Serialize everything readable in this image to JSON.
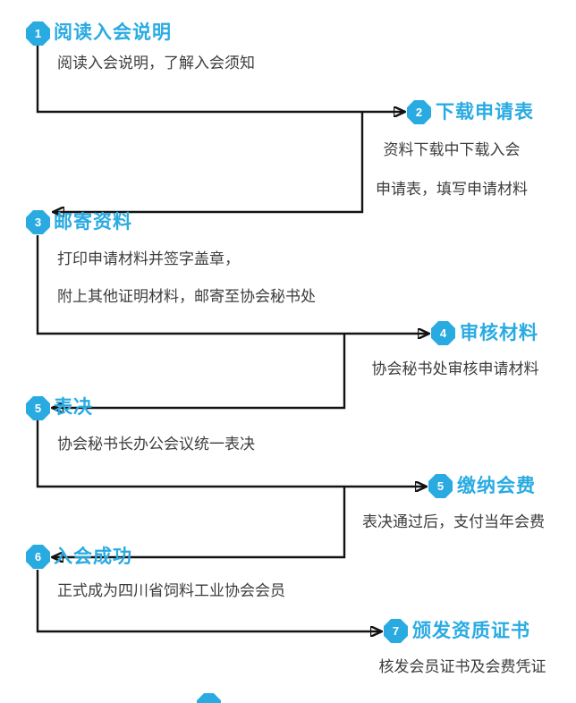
{
  "theme": {
    "accent": "#29abe2",
    "line_color": "#131313",
    "desc_color": "#3d3d3d",
    "background": "#ffffff"
  },
  "steps": [
    {
      "number": "1",
      "side": "left",
      "title": "阅读入会说明",
      "desc_lines": [
        "阅读入会说明，了解入会须知"
      ]
    },
    {
      "number": "2",
      "side": "right",
      "title": "下载申请表",
      "desc_lines": [
        "资料下载中下载入会",
        "申请表，填写申请材料"
      ]
    },
    {
      "number": "3",
      "side": "left",
      "title": "邮寄资料",
      "desc_lines": [
        "打印申请材料并签字盖章，",
        "附上其他证明材料，邮寄至协会秘书处"
      ]
    },
    {
      "number": "4",
      "side": "right",
      "title": "审核材料",
      "desc_lines": [
        "协会秘书处审核申请材料"
      ]
    },
    {
      "number": "5",
      "side": "left",
      "title": "表决",
      "desc_lines": [
        "协会秘书长办公会议统一表决"
      ]
    },
    {
      "number": "5",
      "side": "right",
      "title": "缴纳会费",
      "desc_lines": [
        "表决通过后，支付当年会费"
      ]
    },
    {
      "number": "6",
      "side": "left",
      "title": "入会成功",
      "desc_lines": [
        "正式成为四川省饲料工业协会会员"
      ]
    },
    {
      "number": "7",
      "side": "right",
      "title": "颁发资质证书",
      "desc_lines": [
        "核发会员证书及会费凭证"
      ]
    }
  ]
}
